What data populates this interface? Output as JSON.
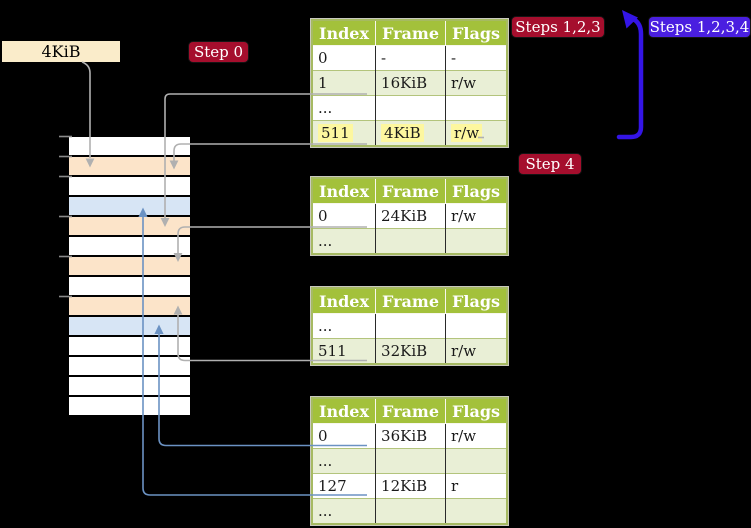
{
  "palette": {
    "background": "#000000",
    "badge-red": "#a50e2d",
    "badge-purple": "#4a1fe0",
    "loop-arrow-blue": "#3415e6",
    "steel-arrow-blue": "#6b92c3",
    "gray-arrow": "#b0b0b0",
    "tick-gray": "#8a8a8a",
    "table-header-green": "#a3c13b",
    "table-row-green": "#e9efd6",
    "table-border-green": "#a6ba62",
    "highlight-yellow": "#fdf79f",
    "mem-orange": "#fce4c9",
    "mem-blue": "#d7e5f5",
    "mem-white": "#ffffff",
    "frame-label-bg": "#faecca"
  },
  "labels": {
    "frame_label": "4KiB",
    "step0": "Step 0",
    "steps123": "Steps 1,2,3",
    "steps1234": "Steps 1,2,3,4",
    "step4": "Step 4"
  },
  "memory": {
    "rows": [
      "white",
      "orange",
      "white",
      "blue",
      "orange",
      "white",
      "orange",
      "white",
      "orange",
      "blue",
      "white",
      "white",
      "white",
      "white"
    ]
  },
  "tables": [
    {
      "headers": [
        "Index",
        "Frame",
        "Flags"
      ],
      "rows": [
        {
          "index": "0",
          "frame": "-",
          "flags": "-"
        },
        {
          "index": "1",
          "frame": "16KiB",
          "flags": "r/w"
        },
        {
          "index": "...",
          "frame": "",
          "flags": ""
        },
        {
          "index": "511",
          "frame": "4KiB",
          "flags": "r/w"
        }
      ]
    },
    {
      "headers": [
        "Index",
        "Frame",
        "Flags"
      ],
      "rows": [
        {
          "index": "0",
          "frame": "24KiB",
          "flags": "r/w"
        },
        {
          "index": "...",
          "frame": "",
          "flags": ""
        }
      ]
    },
    {
      "headers": [
        "Index",
        "Frame",
        "Flags"
      ],
      "rows": [
        {
          "index": "...",
          "frame": "",
          "flags": ""
        },
        {
          "index": "511",
          "frame": "32KiB",
          "flags": "r/w"
        }
      ]
    },
    {
      "headers": [
        "Index",
        "Frame",
        "Flags"
      ],
      "rows": [
        {
          "index": "0",
          "frame": "36KiB",
          "flags": "r/w"
        },
        {
          "index": "...",
          "frame": "",
          "flags": ""
        },
        {
          "index": "127",
          "frame": "12KiB",
          "flags": "r"
        },
        {
          "index": "...",
          "frame": "",
          "flags": ""
        }
      ]
    }
  ]
}
